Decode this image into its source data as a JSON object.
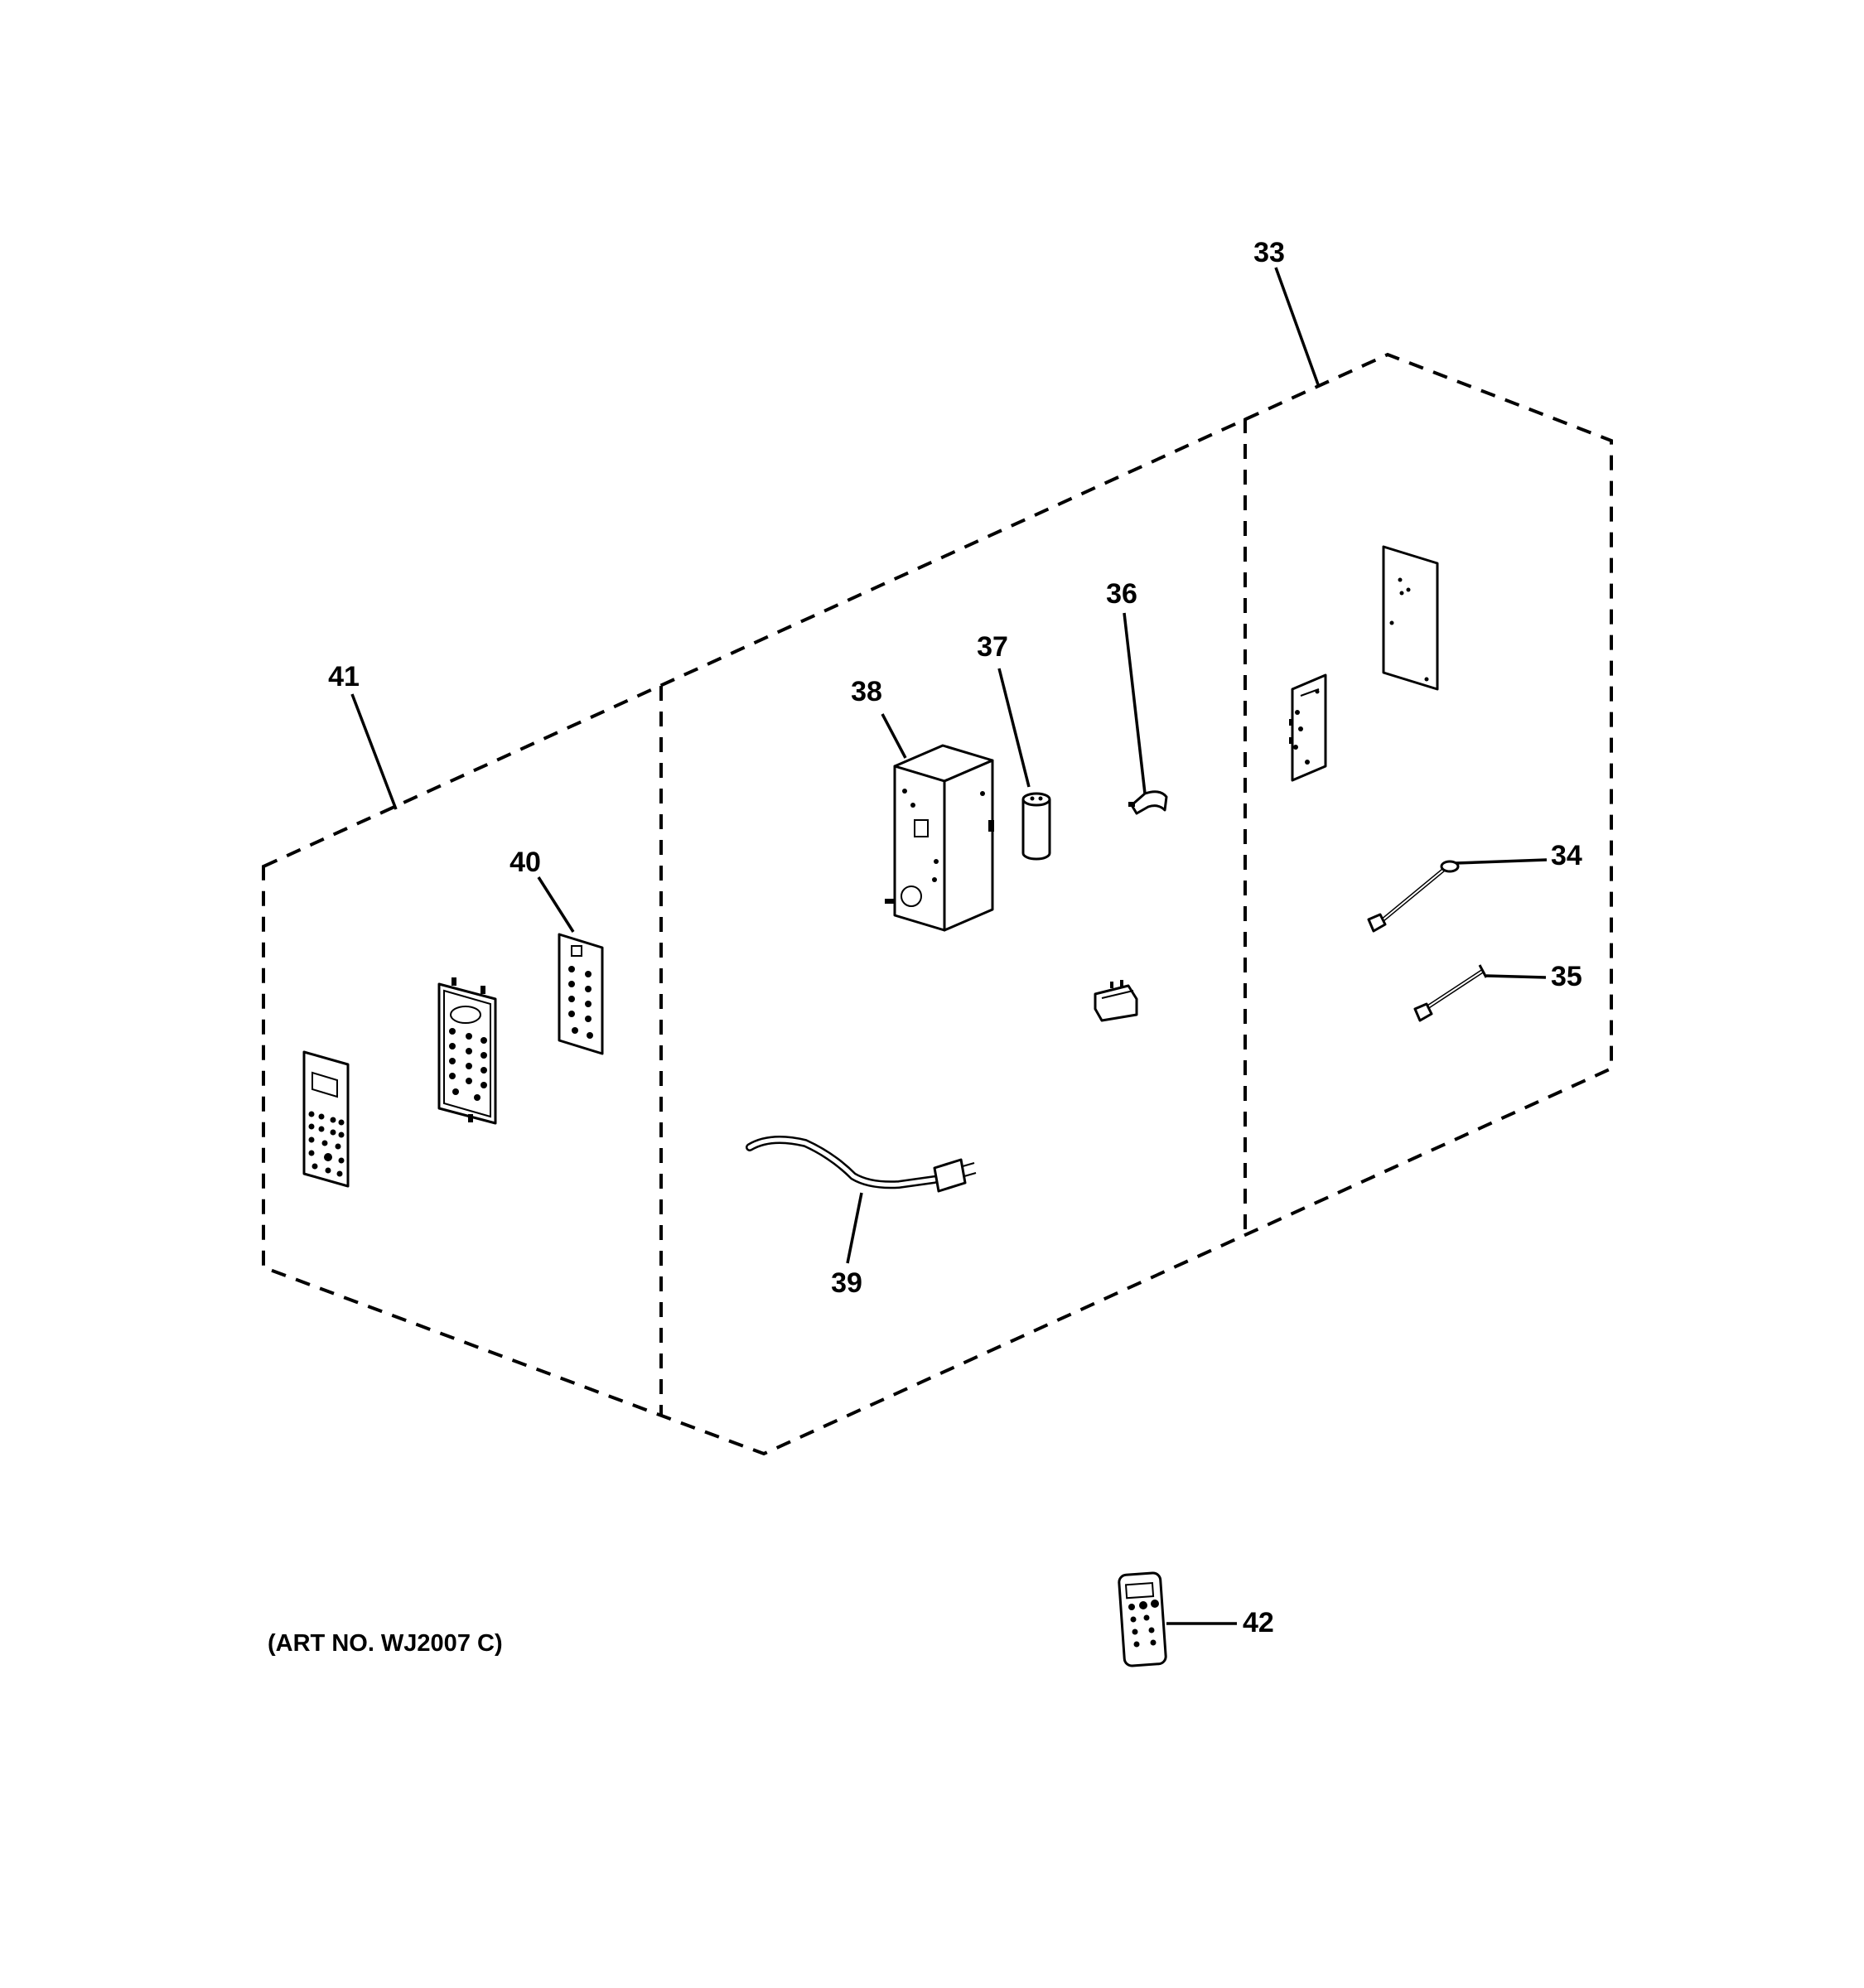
{
  "art_number": "(ART NO. WJ2007 C)",
  "callouts": {
    "c33": "33",
    "c34": "34",
    "c35": "35",
    "c36": "36",
    "c37": "37",
    "c38": "38",
    "c39": "39",
    "c40": "40",
    "c41": "41",
    "c42": "42"
  }
}
